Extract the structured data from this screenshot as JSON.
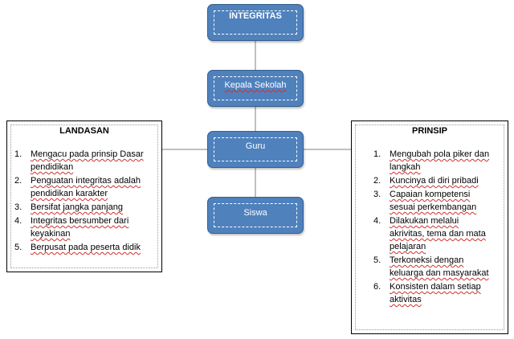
{
  "nodes": {
    "integritas": "INTEGRITAS",
    "kepala_sekolah": "Kepala Sekolah",
    "guru": "Guru",
    "siswa": "Siswa"
  },
  "landasan": {
    "title": "LANDASAN",
    "items": [
      {
        "num": "1.",
        "line1": "Mengacu pada prinsip  Dasar",
        "line2": "pendidikan"
      },
      {
        "num": "2.",
        "line1": "Penguatan integritas adalah",
        "line2": "pendidikan  karakter"
      },
      {
        "num": "3.",
        "line1": "Bersifat jangka panjang",
        "line2": ""
      },
      {
        "num": "4.",
        "line1": "Integritas  bersumber  dari",
        "line2": "keyakinan"
      },
      {
        "num": "5.",
        "line1": "Berpusat pada peserta didik",
        "line2": ""
      }
    ]
  },
  "prinsip": {
    "title": "PRINSIP",
    "items": [
      {
        "num": "1.",
        "line1": "Mengubah pola piker dan",
        "line2": "langkah"
      },
      {
        "num": "2.",
        "line1": "Kuncinya  di diri pribadi",
        "line2": ""
      },
      {
        "num": "3.",
        "line1": "Capaian kompetensi",
        "line2": "sesuai perkembangan"
      },
      {
        "num": "4.",
        "line1": "Dilakukan  melalui",
        "line2": "akrivitas,  tema dan mata",
        "line3": "pelajaran"
      },
      {
        "num": "5.",
        "line1": "Terkoneksi  dengan",
        "line2": "keluarga dan masyarakat"
      },
      {
        "num": "6.",
        "line1": "Konsisten  dalam setiap",
        "line2": "aktivitas"
      }
    ]
  },
  "colors": {
    "node_fill": "#4f81bd",
    "node_border": "#385d8a",
    "line": "#7f7f7f"
  }
}
